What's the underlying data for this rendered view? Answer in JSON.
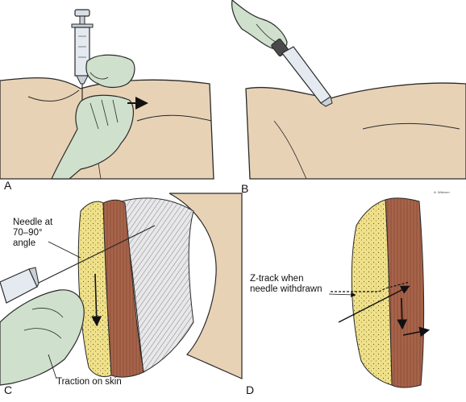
{
  "panels": {
    "a": {
      "letter": "A"
    },
    "b": {
      "letter": "B"
    },
    "c": {
      "letter": "C",
      "label_needle_line1": "Needle at",
      "label_needle_line2": "70–90°",
      "label_needle_line3": "angle",
      "label_traction": "Traction on skin"
    },
    "d": {
      "letter": "D",
      "label_ztrack_line1": "Z-track when",
      "label_ztrack_line2": "needle withdrawn"
    }
  },
  "colors": {
    "skin": "#e8d2b6",
    "glove": "#cfe0cc",
    "fat": "#efe08a",
    "muscle": "#a8644a",
    "outline": "#2a2a2a"
  },
  "icons": [
    "syringe-icon",
    "gloved-hand-icon",
    "arrow-right-icon"
  ]
}
